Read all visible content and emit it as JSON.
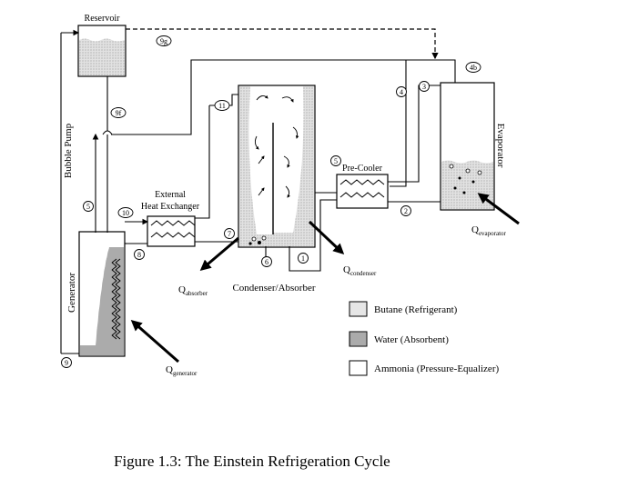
{
  "components": {
    "reservoir": "Reservoir",
    "bubble_pump": "Bubble Pump",
    "generator": "Generator",
    "external_hx_line1": "External",
    "external_hx_line2": "Heat Exchanger",
    "condenser_absorber": "Condenser/Absorber",
    "precooler": "Pre-Cooler",
    "evaporator": "Evaporator"
  },
  "heat_labels": {
    "q": "Q",
    "absorber_sub": "absorber",
    "condenser_sub": "condenser",
    "evaporator_sub": "evaporator",
    "generator_sub": "generator"
  },
  "nodes": {
    "n9g": "9g",
    "n9f": "9f",
    "n11": "11",
    "n4b": "4b",
    "n4": "4",
    "n3": "3",
    "n5top": "5",
    "n5left": "5",
    "n10": "10",
    "n8": "8",
    "n7": "7",
    "n6": "6",
    "n1": "1",
    "n2": "2",
    "n9": "9"
  },
  "legend": [
    {
      "label": "Butane (Refrigerant)",
      "swatch": "#e6e6e6"
    },
    {
      "label": "Water (Absorbent)",
      "swatch": "#bdbdbd"
    },
    {
      "label": "Ammonia (Pressure-Equalizer)",
      "swatch": "#ffffff"
    }
  ],
  "caption": "Figure 1.3: The Einstein Refrigeration Cycle"
}
